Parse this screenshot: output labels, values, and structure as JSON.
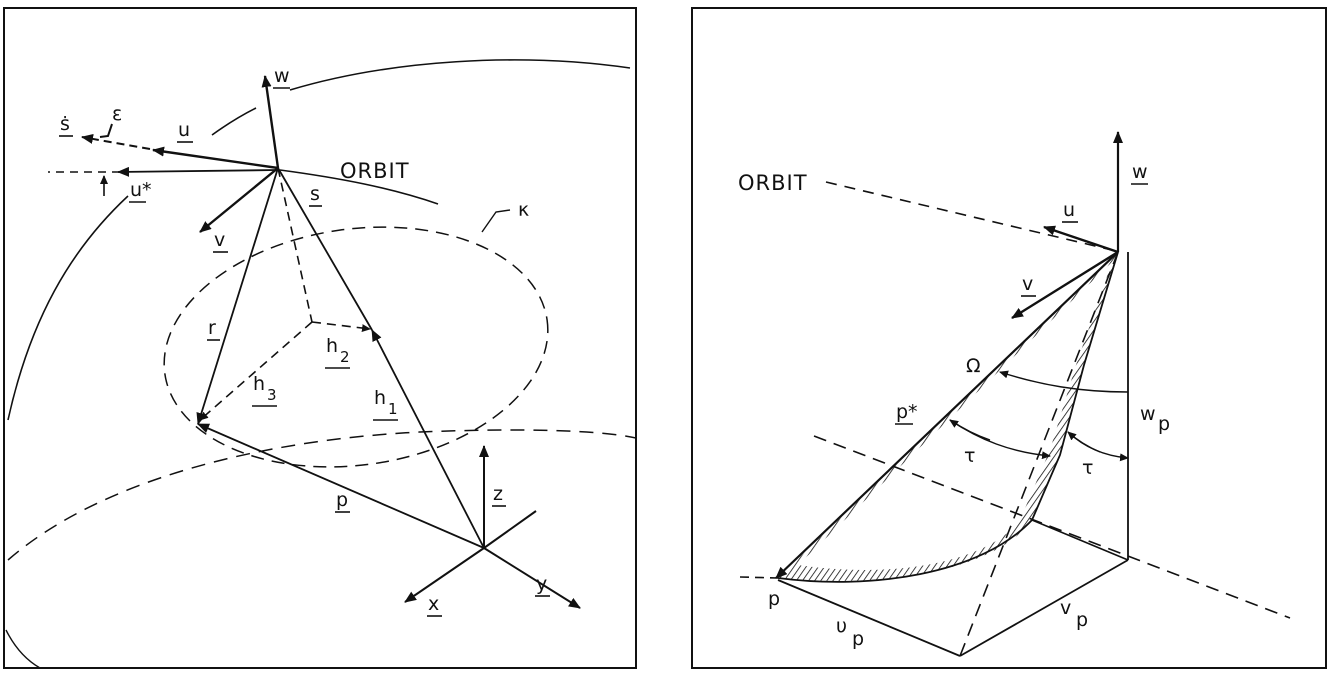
{
  "left_figure": {
    "vectors": {
      "w": "w",
      "u": "u",
      "u_star": "u*",
      "s_dot": "ṡ",
      "epsilon": "ε",
      "v": "v",
      "s": "s",
      "r": "r",
      "h2": "h",
      "h2_sub": "2",
      "h3": "h",
      "h3_sub": "3",
      "h1": "h",
      "h1_sub": "1",
      "p": "p",
      "z": "z",
      "y": "y",
      "x": "x"
    },
    "orbit_label": "ORBIT",
    "kappa_label": "κ"
  },
  "right_figure": {
    "orbit_label": "ORBIT",
    "vectors": {
      "w": "w",
      "u": "u",
      "v": "v",
      "p_star": "p*",
      "p": "p"
    },
    "omega": "Ω",
    "tau_1": "τ",
    "tau_2": "τ",
    "w_p": "w",
    "w_p_sub": "p",
    "u_p": "υ",
    "u_p_sub": "p",
    "v_p": "v",
    "v_p_sub": "p"
  }
}
